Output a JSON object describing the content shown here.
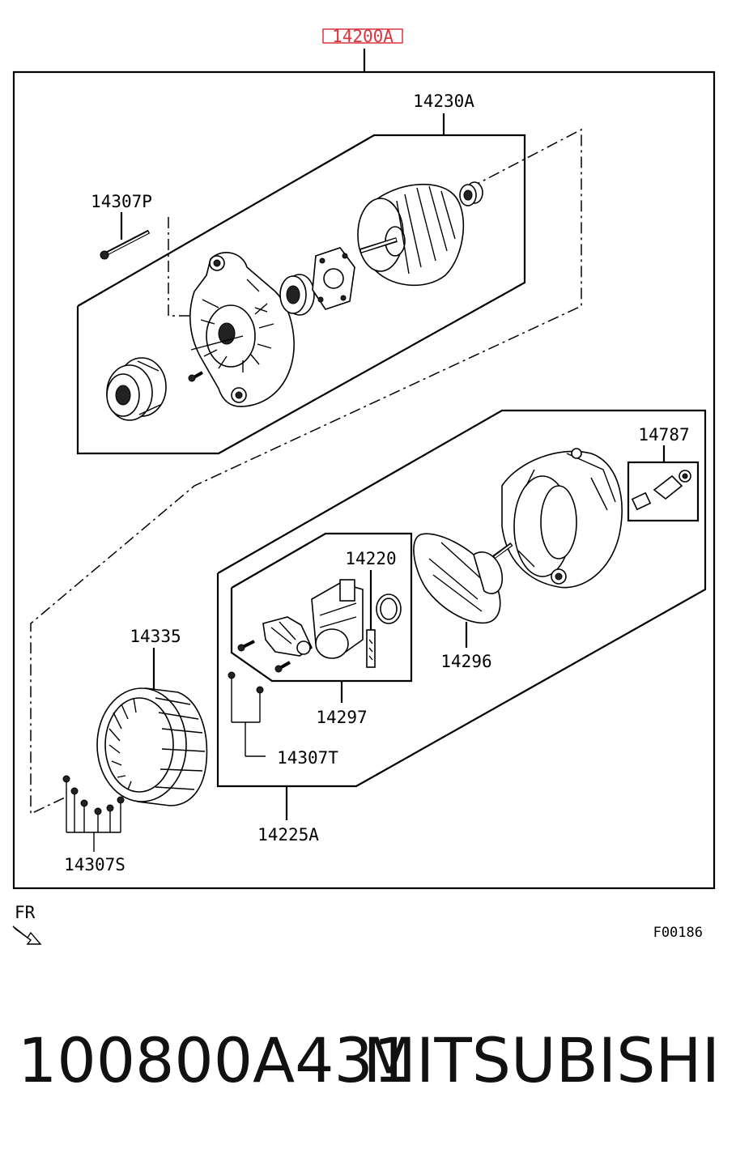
{
  "diagram": {
    "assembly_label": "14200A",
    "labels": {
      "l_14230A": "14230A",
      "l_14307P": "14307P",
      "l_14787": "14787",
      "l_14220": "14220",
      "l_14335": "14335",
      "l_14296": "14296",
      "l_14297": "14297",
      "l_14307T": "14307T",
      "l_14225A": "14225A",
      "l_14307S": "14307S"
    },
    "direction_label": "FR",
    "figure_code": "F00186"
  },
  "footer": {
    "part_number": "100800A431",
    "brand": "MITSUBISHI"
  },
  "colors": {
    "highlight": "#d9363e",
    "ink": "#000000"
  }
}
